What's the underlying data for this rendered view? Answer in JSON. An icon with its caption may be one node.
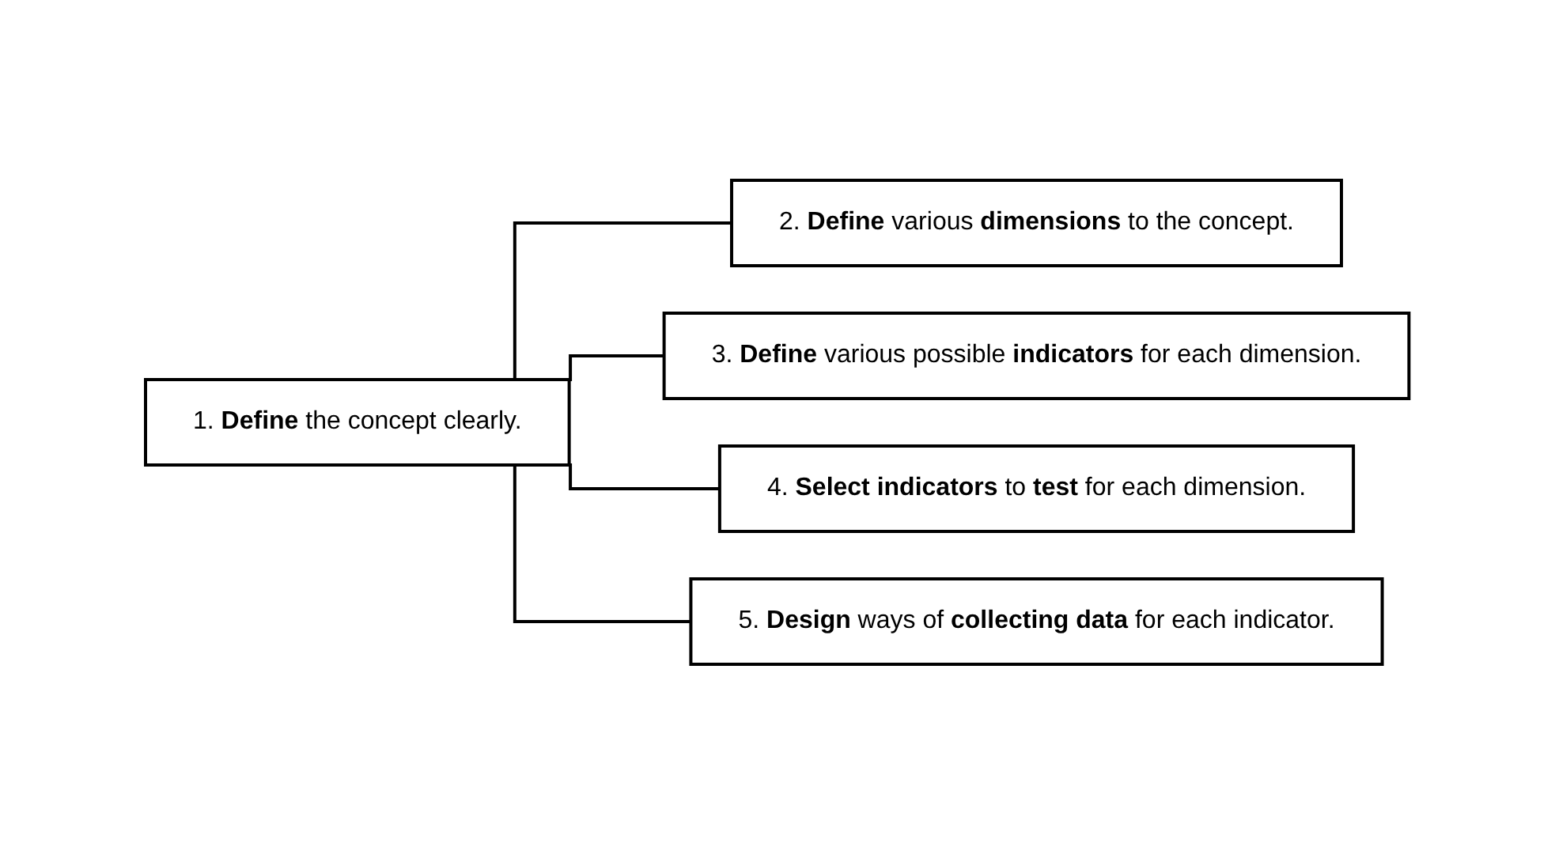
{
  "diagram": {
    "nodes": [
      {
        "text": [
          "1. **Define** the concept clearly."
        ]
      },
      {
        "text": [
          "2. **Define** various **dimensions** to the concept."
        ]
      },
      {
        "text": [
          "3. **Define** various possible **indicators** for each dimension."
        ]
      },
      {
        "text": [
          "4. **Select indicators** to **test** for each dimension."
        ]
      },
      {
        "text": [
          "5. **Design** ways of **collecting data** for each indicator."
        ]
      }
    ],
    "edges": [
      {
        "from": 0,
        "to": 1,
        "arrow": "none"
      },
      {
        "from": 0,
        "to": 2,
        "arrow": "none"
      },
      {
        "from": 0,
        "to": 3,
        "arrow": "none"
      },
      {
        "from": 0,
        "to": 4,
        "arrow": "none"
      }
    ]
  }
}
